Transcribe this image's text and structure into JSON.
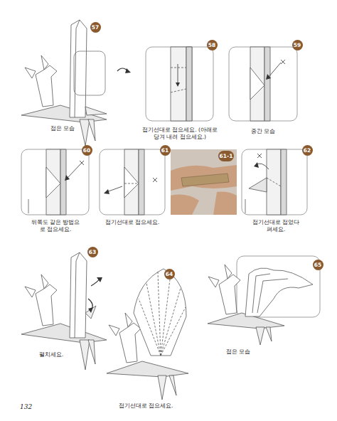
{
  "diagram": {
    "labels": [
      "57",
      "접은 모습",
      "58",
      "접기선대로 접으세요. (아래로 당겨 내려 접으세요.)",
      "59",
      "중간 모습",
      "60",
      "뒤쪽도 같은 방법으로 접으세요.",
      "61",
      "접기선대로 접으세요.",
      "61-1",
      "62",
      "접기선대로 접었다 펴세요.",
      "63",
      "펼치세요.",
      "64",
      "접기선대로 접으세요.",
      "65",
      "접은 모습",
      "132"
    ]
  }
}
